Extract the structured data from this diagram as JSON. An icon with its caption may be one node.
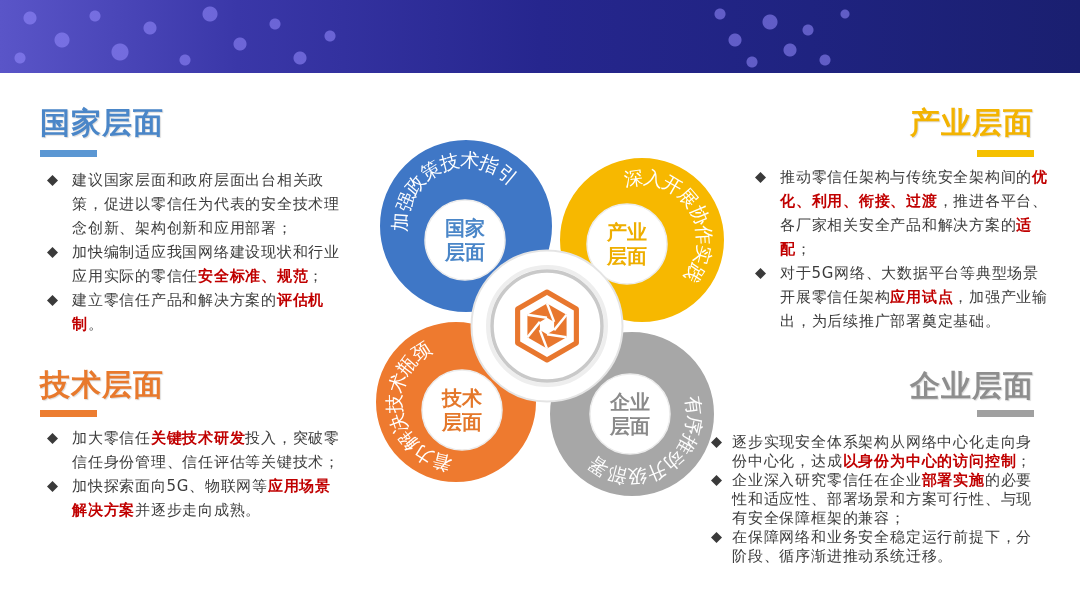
{
  "diagram": {
    "nodes": [
      {
        "text": [
          "加强政策技术指引",
          "国家层面"
        ]
      },
      {
        "text": [
          "深入开展协作实践",
          "产业层面"
        ]
      },
      {
        "text": [],
        "shape": "circle"
      },
      {
        "text": [
          "着力解决技术瓶颈",
          "技术层面"
        ]
      },
      {
        "text": [
          "有序推动升级部署",
          "企业层面"
        ]
      }
    ],
    "labels": [
      "国家层面",
      "建议国家层面和政府层面出台相关政策，促进以零信任为代表的安全技术理念创新、架构创新和应用部署；",
      "加快编制适应我国网络建设现状和行业应用实际的零信任**安全标准、规范**；",
      "建立零信任产品和解决方案的**评估机制**。",
      "产业层面",
      "推动零信任架构与传统安全架构间的**优化、利用、衔接、过渡**，推进各平台、各厂家相关安全产品和解决方案的**适配**；",
      "对于5G网络、大数据平台等典型场景开展零信任架构**应用试点**，加强产业输出，为后续推广部署奠定基础。",
      "技术层面",
      "加大零信任**关键技术研发**投入，突破零信任身份管理、信任评估等关键技术；",
      "加快探索面向5G、物联网等**应用场景解决方案**并逐步走向成熟。",
      "企业层面",
      "逐步实现安全体系架构从网络中心化走向身份中心化，达成**以身份为中心的访问控制**；",
      "企业深入研究零信任在企业**部署实施**的必要性和适应性、部署场景和方案可行性、与现有安全保障框架的兼容；",
      "在保障网络和业务安全稳定运行前提下，分阶段、循序渐进推动系统迁移。"
    ]
  }
}
